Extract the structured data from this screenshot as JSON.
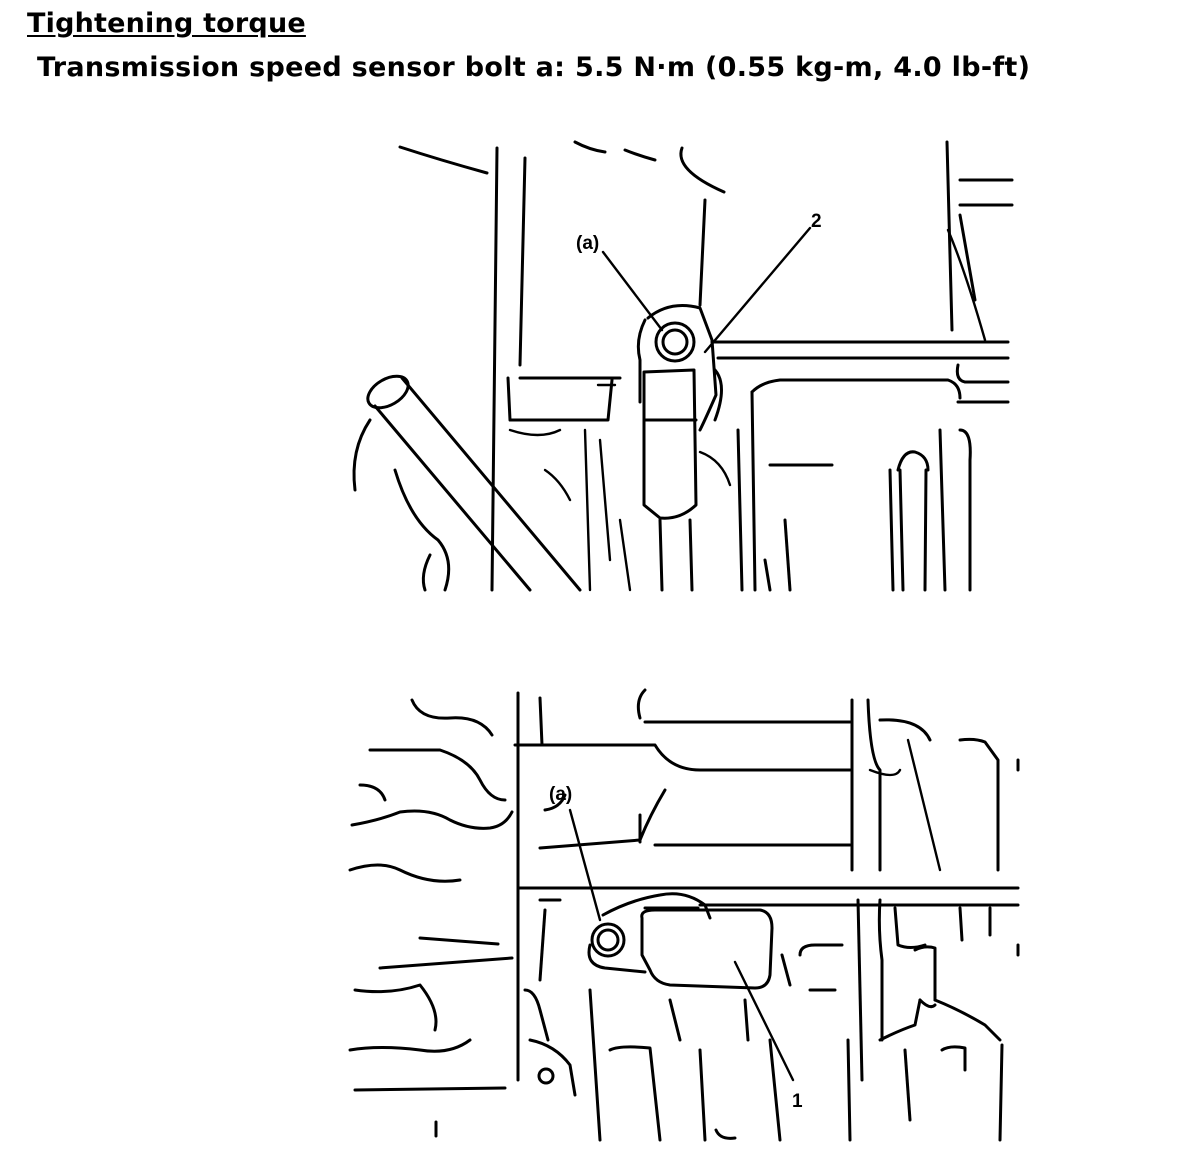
{
  "header": {
    "title": "Tightening torque",
    "spec": "Transmission speed sensor bolt a: 5.5 N·m (0.55 kg-m, 4.0 lb-ft)"
  },
  "figures": [
    {
      "callouts": {
        "bolt": "(a)",
        "part": "2"
      }
    },
    {
      "callouts": {
        "bolt": "(a)",
        "part": "1"
      }
    }
  ]
}
